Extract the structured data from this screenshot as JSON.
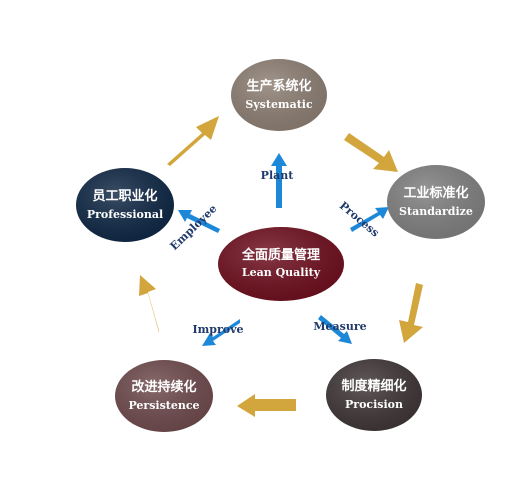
{
  "colors": {
    "gold_arrow": "#D2A63C",
    "blue_arrow": "#1E88D8",
    "label_navy": "#1F3A6B"
  },
  "center": {
    "zh": "全面质量管理",
    "en": "Lean Quality",
    "color": "#6E0F1E"
  },
  "nodes": [
    {
      "id": "systematic",
      "zh": "生产系统化",
      "en": "Systematic",
      "color": "#8C7E73"
    },
    {
      "id": "standardize",
      "zh": "工业标准化",
      "en": "Standardize",
      "color": "#7F7F7F"
    },
    {
      "id": "precision",
      "zh": "制度精细化",
      "en": "Procision",
      "color": "#3F3636"
    },
    {
      "id": "persistence",
      "zh": "改进持续化",
      "en": "Persistence",
      "color": "#6E4A4C"
    },
    {
      "id": "professional",
      "zh": "员工职业化",
      "en": "Professional",
      "color": "#0F2744"
    }
  ],
  "spoke_labels": {
    "plant": "Plant",
    "process": "Process",
    "measure": "Measure",
    "improve": "Improve",
    "employee": "Employee"
  }
}
